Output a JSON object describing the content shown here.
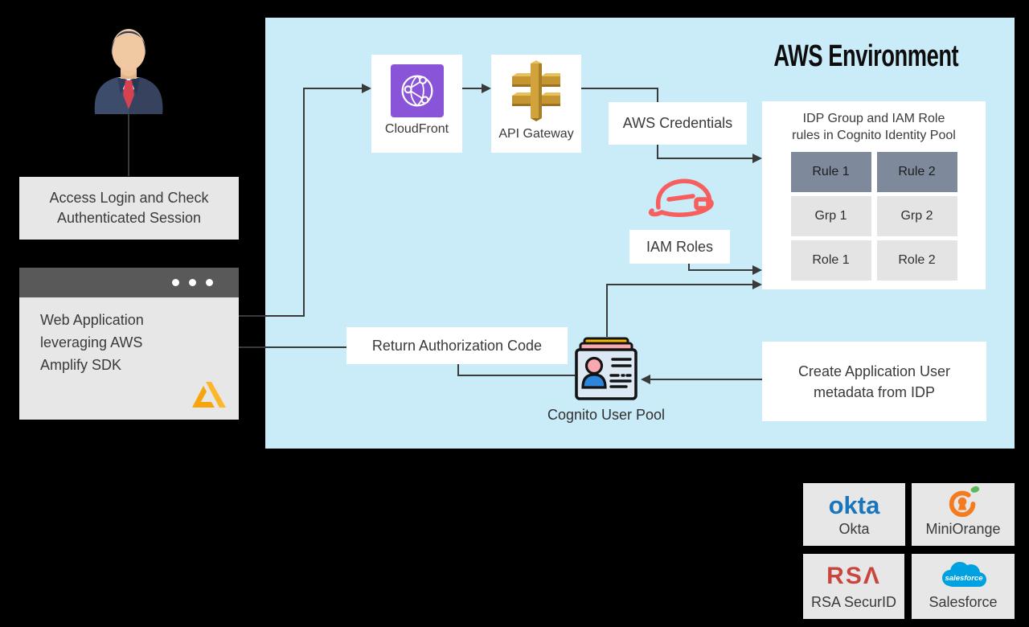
{
  "user_flow": {
    "access_box": {
      "line1": "Access Login and Check",
      "line2": "Authenticated Session"
    },
    "webapp_box": {
      "line1": "Web Application",
      "line2": "leveraging AWS",
      "line3": "Amplify SDK"
    }
  },
  "environment": {
    "title": "AWS Environment",
    "cloudfront": {
      "label": "CloudFront"
    },
    "api_gateway": {
      "label": "API Gateway"
    },
    "aws_credentials": {
      "label": "AWS Credentials"
    },
    "iam_roles": {
      "label": "IAM Roles"
    },
    "idp_rules": {
      "title_line1": "IDP Group and IAM Role",
      "title_line2": "rules in Cognito Identity Pool",
      "cells": [
        {
          "label": "Rule 1"
        },
        {
          "label": "Rule 2"
        },
        {
          "label": "Grp 1"
        },
        {
          "label": "Grp 2"
        },
        {
          "label": "Role 1"
        },
        {
          "label": "Role 2"
        }
      ]
    },
    "return_auth": {
      "label": "Return Authorization Code"
    },
    "cognito": {
      "label": "Cognito User Pool"
    },
    "create_metadata": {
      "line1": "Create Application User",
      "line2": "metadata from IDP"
    }
  },
  "identity_providers": [
    {
      "name": "Okta",
      "logo_text": "okta"
    },
    {
      "name": "MiniOrange"
    },
    {
      "name": "RSA SecurID",
      "logo_text": "RSΛ"
    },
    {
      "name": "Salesforce",
      "logo_text": "salesforce"
    }
  ],
  "colors": {
    "background": "#000000",
    "environment_bg": "#caebf8",
    "card_white": "#ffffff",
    "gray_box": "#e7e7e7",
    "browser_header": "#595959",
    "table_header": "#7e899b",
    "table_cell": "#e4e4e4",
    "line": "#3a3a3a",
    "cloudfront_purple": "#8a54d8",
    "api_gateway_gold": "#c49531",
    "hardhat_red": "#f75e5e",
    "amplify_orange": "#f7a50c",
    "okta_blue": "#1a76bc",
    "miniorange_orange": "#f47b20",
    "rsa_red": "#c9463f",
    "salesforce_blue": "#00a1e0"
  },
  "icons": {
    "user": "business-user-icon",
    "cloudfront": "cloudfront-globe-icon",
    "api_gateway": "api-gateway-icon",
    "iam": "hardhat-icon",
    "cognito": "id-badge-icon",
    "amplify": "amplify-logo-icon",
    "miniorange": "miniorange-keyhole-icon",
    "salesforce": "salesforce-cloud-icon"
  }
}
